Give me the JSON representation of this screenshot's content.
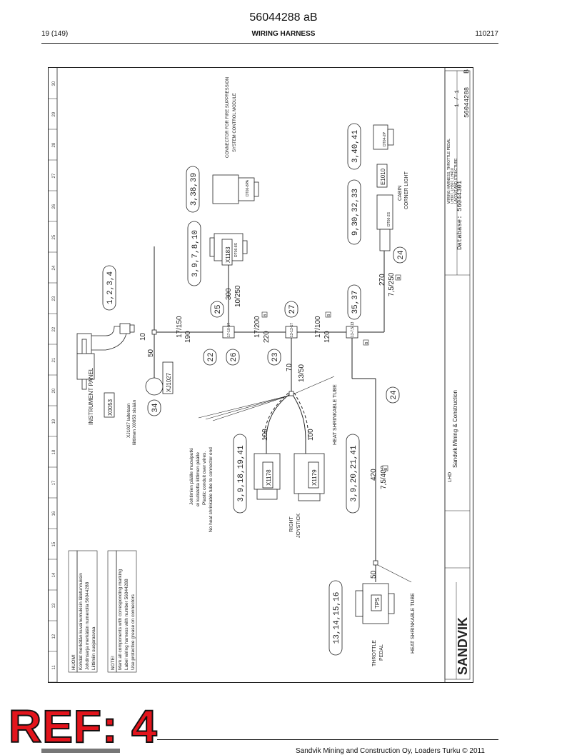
{
  "header": {
    "doc_number": "56044288 aB",
    "page": "19 (149)",
    "section": "WIRING HARNESS",
    "date_code": "110217"
  },
  "footer": {
    "company": "Sandvik Mining and Construction Oy, Loaders Turku © 2011"
  },
  "stamp": {
    "text": "REF: 4"
  },
  "grid": {
    "row_numbers": [
      "30",
      "29",
      "28",
      "27",
      "26",
      "25",
      "24",
      "23",
      "22",
      "21",
      "20",
      "19",
      "18",
      "17",
      "16",
      "15",
      "14",
      "13",
      "12",
      "11"
    ]
  },
  "labels": {
    "instrument_panel": "INSTRUMENT PANEL",
    "x0053": "X0053",
    "xj1027": "XJ1027",
    "xj_note_1": "XJ1027 laitetaan",
    "xj_note_2": "liittimen X0053 sisään",
    "fire_1": "CONNECTOR FOR FIRE SUPPRESSION",
    "fire_2": "SYSTEM CONTROL MODULE",
    "dt_8pa": "DT06-8PA",
    "x1183": "X1183",
    "dt_8s": "DT06-8S",
    "e1010": "E1010",
    "dt_2s": "DT06-2S",
    "dt_2p": "DT04-2P",
    "cabin_1": "CABIN",
    "cabin_2": "CORNER LIGHT",
    "x1178": "X1178",
    "x1179": "X1179",
    "right_joystick_1": "RIGHT",
    "right_joystick_2": "JOYSTICK",
    "heat_shrink": "HEAT SHRINKABLE TUBE",
    "tps": "TPS",
    "throttle_1": "THROTTLE",
    "throttle_2": "PEDAL",
    "conduit_note_1": "Johtimien päälle muoviputki",
    "conduit_note_2": "ei kutistetta liittimen päälle",
    "conduit_note_3": "Plastic conduit over wires.",
    "conduit_note_4": "No heat shrinkable tube to connector end"
  },
  "wire_labels": {
    "w_10": "10",
    "w_50a": "50",
    "w_190": "190",
    "w_17_150": "17/150",
    "w_300": "300",
    "w_10_250": "10/250",
    "w_220": "220",
    "w_17_200": "17/200",
    "w_70": "70",
    "w_13_50": "13/50",
    "w_120": "120",
    "w_17_100": "17/100",
    "w_270": "270",
    "w_7_5_250": "7,5/250",
    "w_100a": "100",
    "w_100b": "100",
    "w_420": "420",
    "w_7_5_400": "7,5/400",
    "w_50b": "50"
  },
  "splices": {
    "s1": "17-10-17",
    "s2": "13-13-17",
    "s3": "13-7,5-13"
  },
  "bubbles": {
    "b1234": "1,2,3,4",
    "b25": "25",
    "b22": "22",
    "b26": "26",
    "b27": "27",
    "b23": "23",
    "b35_37": "35,37",
    "b24a": "24",
    "b24b": "24",
    "b34": "34",
    "b3_38_39": "3,38,39",
    "b3_9_7_8_10": "3,9,7,8,10",
    "b9_30_32_33": "9,30,32,33",
    "b3_40_41": "3,40,41",
    "b3_9_18_19_41": "3,9,18,19,41",
    "b3_9_20_21_41": "3,9,20,21,41",
    "b13_14_15_16": "13,14,15,16"
  },
  "markers": {
    "m": "B"
  },
  "notes": {
    "huom": "HUOM!",
    "huom_1": "Kohdat merkätän kuvainumukisin lätetunnuksin",
    "huom_2": "Johdinsarja merkätän numerolla 56044288",
    "huom_3": "Liittimiin suojarasvaa",
    "note": "NOTE!",
    "note_1": "Mark all components with corresponding marking",
    "note_2": "Label wiring harness with number 56044288",
    "note_3": "Use protective grease on connectors"
  },
  "title_block": {
    "database": "Database: 56044301",
    "doc_no": "56044288",
    "rev": "B",
    "sheet": "1 / 1",
    "desc_1": "WIRING HARNESS, THROTTLE PEDAL",
    "desc_2": "LH307, LH307, LH410",
    "desc_3": "LAYOUT AND STRUCTURE",
    "company": "Sandvik Mining & Construction",
    "dept": "LHD",
    "brand": "SANDVIK"
  }
}
